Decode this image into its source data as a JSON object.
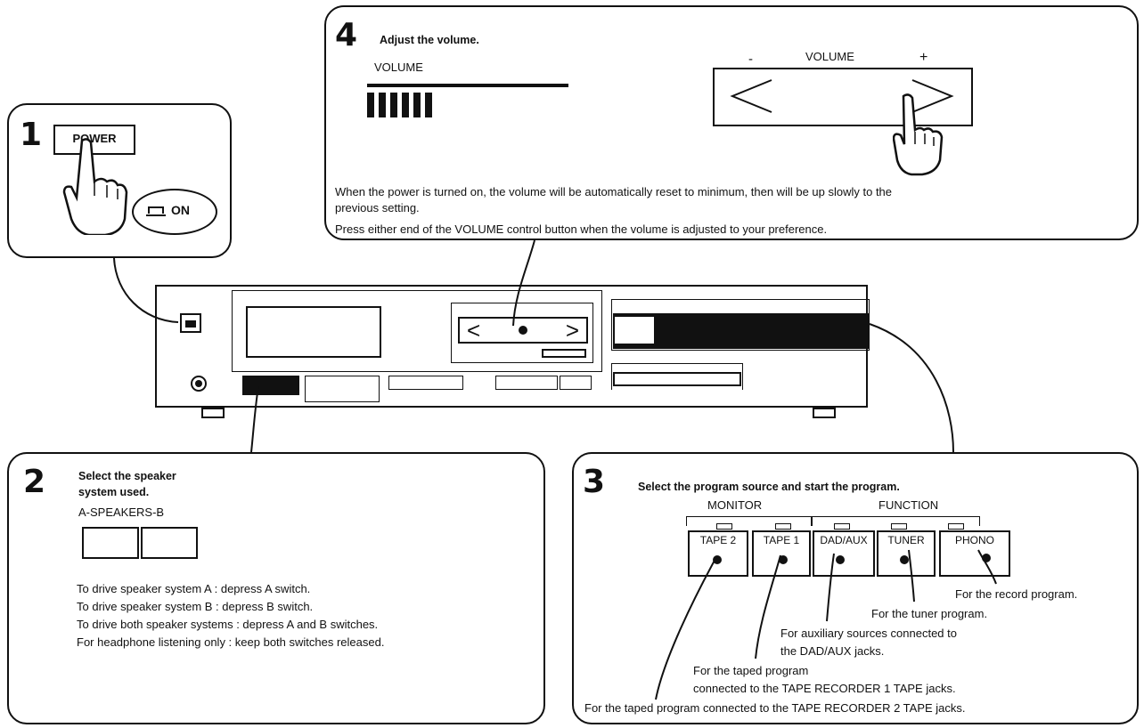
{
  "step1": {
    "number": "1",
    "power_label": "POWER",
    "on_label": "ON"
  },
  "step2": {
    "number": "2",
    "heading_line1": "Select the speaker",
    "heading_line2": "system used.",
    "switch_label": "A-SPEAKERS-B",
    "instructions": [
      "To drive speaker system A :  depress A switch.",
      "To drive speaker system B :  depress B switch.",
      "To drive both speaker systems :  depress A and B switches.",
      "For headphone listening only :  keep both switches released."
    ]
  },
  "step3": {
    "number": "3",
    "heading": "Select the program source and start the program.",
    "monitor_label": "MONITOR",
    "function_label": "FUNCTION",
    "buttons": [
      "TAPE 2",
      "TAPE 1",
      "DAD/AUX",
      "TUNER",
      "PHONO"
    ],
    "notes": {
      "phono": "For the record program.",
      "tuner": "For the tuner program.",
      "aux_line1": "For auxiliary sources connected to",
      "aux_line2": "the DAD/AUX jacks.",
      "tape1_line1": "For the taped program",
      "tape1_line2": "connected to the TAPE RECORDER 1 TAPE jacks.",
      "tape2": "For the taped program connected to the TAPE RECORDER 2 TAPE jacks."
    }
  },
  "step4": {
    "number": "4",
    "heading": "Adjust the volume.",
    "volume_label": "VOLUME",
    "control_label": "VOLUME",
    "minus": "-",
    "plus": "+",
    "left_arrow": "<",
    "right_arrow": ">",
    "text_line1": "When the power is turned on, the volume will be automatically reset to minimum, then will be up slowly to the",
    "text_line2": "previous setting.",
    "text_line3": "Press either end of the VOLUME control button when the volume is adjusted to your preference."
  },
  "unit": {
    "left_arrow": "<",
    "right_arrow": ">"
  }
}
